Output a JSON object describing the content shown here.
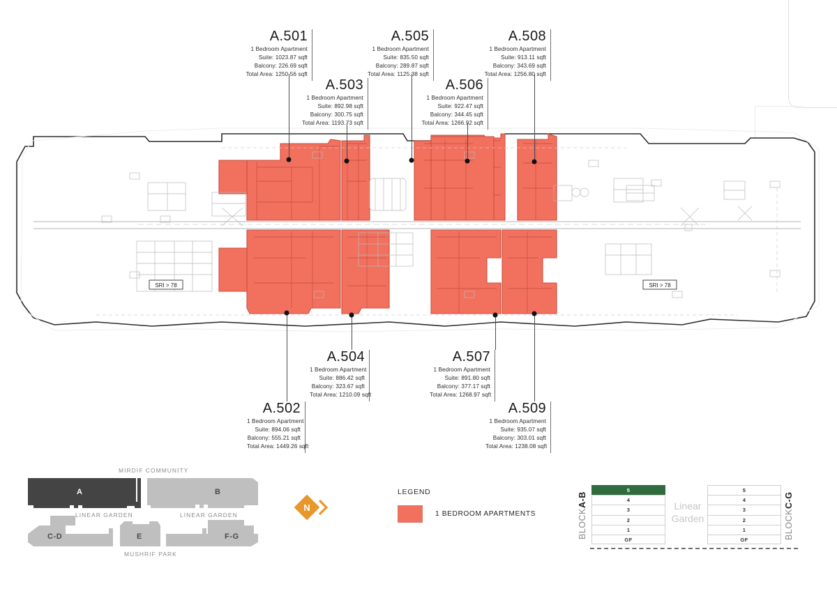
{
  "units": [
    {
      "code": "A.501",
      "type": "1 Bedroom Apartment",
      "suite": "Suite: 1023.87 sqft",
      "balcony": "Balcony: 226.69 sqft",
      "total": "Total Area: 1250.56 sqft"
    },
    {
      "code": "A.502",
      "type": "1 Bedroom Apartment",
      "suite": "Suite: 894.06 sqft",
      "balcony": "Balcony: 555.21 sqft",
      "total": "Total Area: 1449.26 sqft"
    },
    {
      "code": "A.503",
      "type": "1 Bedroom Apartment",
      "suite": "Suite: 892.98 sqft",
      "balcony": "Balcony: 300.75 sqft",
      "total": "Total Area: 1193.73 sqft"
    },
    {
      "code": "A.504",
      "type": "1 Bedroom Apartment",
      "suite": "Suite: 886.42 sqft",
      "balcony": "Balcony: 323.67 sqft",
      "total": "Total Area: 1210.09 sqft"
    },
    {
      "code": "A.505",
      "type": "1 Bedroom Apartment",
      "suite": "Suite: 835.50 sqft",
      "balcony": "Balcony: 289.87 sqft",
      "total": "Total Area: 1125.38 sqft"
    },
    {
      "code": "A.506",
      "type": "1 Bedroom Apartment",
      "suite": "Suite: 922.47 sqft",
      "balcony": "Balcony: 344.45 sqft",
      "total": "Total Area: 1266.92 sqft"
    },
    {
      "code": "A.507",
      "type": "1 Bedroom Apartment",
      "suite": "Suite: 891.80 sqft",
      "balcony": "Balcony: 377.17 sqft",
      "total": "Total Area: 1268.97 sqft"
    },
    {
      "code": "A.508",
      "type": "1 Bedroom Apartment",
      "suite": "Suite: 913.11 sqft",
      "balcony": "Balcony: 343.69 sqft",
      "total": "Total Area: 1256.80 sqft"
    },
    {
      "code": "A.509",
      "type": "1 Bedroom Apartment",
      "suite": "Suite: 935.07 sqft",
      "balcony": "Balcony: 303.01 sqft",
      "total": "Total Area: 1238.08 sqft"
    }
  ],
  "plan": {
    "annotation_left": "SRI > 78",
    "annotation_right": "SRI > 78",
    "unit_fill_color": "#F2705E",
    "unit_stroke_color": "#C94F3F"
  },
  "keyplan": {
    "top_caption": "MIRDIF COMMUNITY",
    "bottom_caption": "MUSHRIF PARK",
    "garden_left": "LINEAR GARDEN",
    "garden_right": "LINEAR GARDEN",
    "blocks": [
      {
        "label": "A",
        "state": "active"
      },
      {
        "label": "B",
        "state": "inactive"
      },
      {
        "label": "C-D",
        "state": "inactive"
      },
      {
        "label": "E",
        "state": "inactive"
      },
      {
        "label": "F-G",
        "state": "inactive"
      }
    ],
    "active_color": "#444444",
    "inactive_color": "#BFBFBF"
  },
  "north": {
    "letter": "N",
    "color": "#E8972A"
  },
  "legend": {
    "title": "LEGEND",
    "items": [
      {
        "label": "1 BEDROOM APARTMENTS",
        "color": "#F2705E"
      }
    ]
  },
  "levels": {
    "left_block_label_prefix": "BLOCK ",
    "left_block_label": "A-B",
    "right_block_label_prefix": "BLOCK ",
    "right_block_label": "C-G",
    "garden_line1": "Linear",
    "garden_line2": "Garden",
    "active_level": "5",
    "active_color": "#2F6B3C",
    "left_floors": [
      "5",
      "4",
      "3",
      "2",
      "1",
      "GF"
    ],
    "right_floors": [
      "5",
      "4",
      "3",
      "2",
      "1",
      "GF"
    ]
  }
}
